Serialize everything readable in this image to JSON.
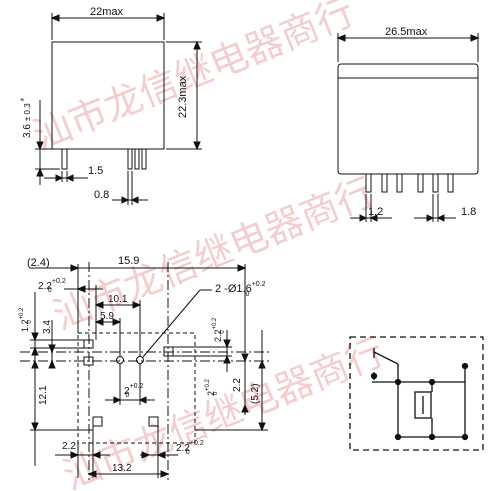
{
  "watermark": {
    "text_lines": [
      "汕市龙信继电器商行",
      "汕市龙信继电器商行",
      "汕市龙信继电器商行"
    ]
  },
  "side_view": {
    "width": "22max",
    "height": "22.3max",
    "pin_length": "3.6",
    "pin_tol": "± 0.3",
    "pin_tol_note": "*",
    "pin_spacing": "1.5",
    "pin_width": "0.8"
  },
  "front_view": {
    "width": "26.5max",
    "left_gap": "1.2",
    "right_gap": "1.8"
  },
  "pcb_layout": {
    "top_offset": "(2.4)",
    "overall_span": "15.9",
    "hole_spec_prefix": "2 -Ø1.6",
    "hole_spec_sup": "+0.2",
    "hole_spec_sub": "0",
    "dim_2_2_top_left": "2.2",
    "dim_10_1": "10.1",
    "dim_5_9": "5.9",
    "dim_1_2_left": "1.2",
    "dim_3_4": "3.4",
    "dim_12_1": "12.1",
    "dim_2_center": "2",
    "dim_2_2_right_top": "2.2",
    "dim_2_right_mid": "2",
    "dim_2_2_right": "2.2",
    "dim_5_2": "(5.2)",
    "dim_2_2_bottom_left": "2.2",
    "dim_2_2_bottom_right": "2.2",
    "dim_13_2": "13.2",
    "tol_sup": "+0.2",
    "tol_sub": "0"
  },
  "schematic": {
    "symbol": "relay-spst-coil"
  }
}
